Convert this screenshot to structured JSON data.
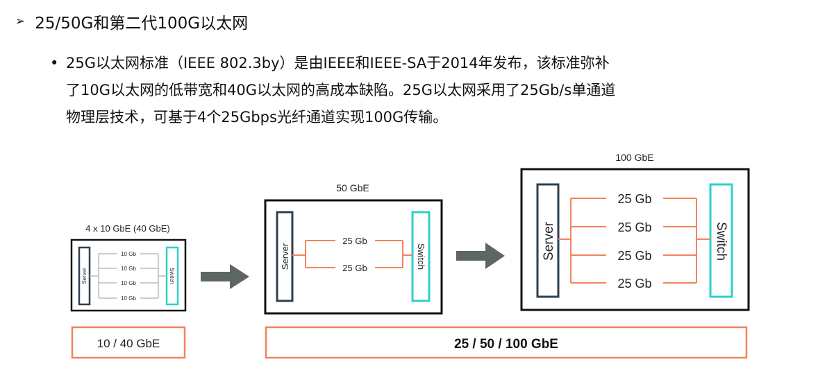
{
  "heading": {
    "bullet_icon": "triangle-arrow-icon",
    "text": "25/50G和第二代100G以太网"
  },
  "paragraph": {
    "bullet": "•",
    "lines": [
      "25G以太网标准（IEEE 802.3by）是由IEEE和IEEE-SA于2014年发布，该标准弥补",
      "了10G以太网的低带宽和40G以太网的高成本缺陷。25G以太网采用了25Gb/s单通道",
      "物理层技术，可基于4个25Gbps光纤通道实现100G传输。"
    ]
  },
  "colors": {
    "server": "#2e3f4f",
    "switch": "#2ed0c8",
    "link": "#f4825c",
    "link_small": "#bbbbbb",
    "arrow": "#5d6664",
    "caption_box": "#f4825c"
  },
  "diagram": {
    "box1": {
      "title": "4 x 10 GbE (40 GbE)",
      "server": "Server",
      "switch": "Switch",
      "links": [
        "10 Gb",
        "10 Gb",
        "10 Gb",
        "10 Gb"
      ]
    },
    "box2": {
      "title": "50 GbE",
      "server": "Server",
      "switch": "Switch",
      "links": [
        "25 Gb",
        "25 Gb"
      ]
    },
    "box3": {
      "title": "100 GbE",
      "server": "Server",
      "switch": "Switch",
      "links": [
        "25 Gb",
        "25 Gb",
        "25 Gb",
        "25 Gb"
      ]
    },
    "caption_left": "10 / 40 GbE",
    "caption_right": "25 / 50 / 100 GbE"
  }
}
